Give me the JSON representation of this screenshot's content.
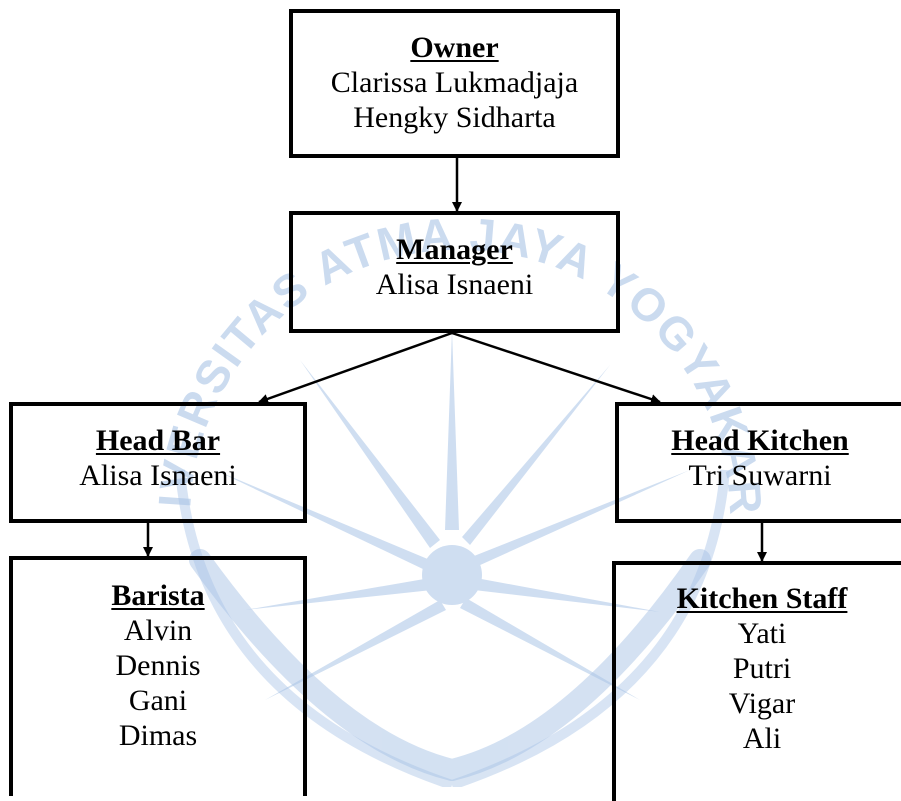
{
  "org_chart": {
    "owner": {
      "title": "Owner",
      "members": [
        "Clarissa Lukmadjaja",
        "Hengky Sidharta"
      ]
    },
    "manager": {
      "title": "Manager",
      "members": [
        "Alisa Isnaeni"
      ]
    },
    "head_bar": {
      "title": "Head Bar",
      "members": [
        "Alisa Isnaeni"
      ]
    },
    "head_kitchen": {
      "title": "Head Kitchen",
      "members": [
        "Tri Suwarni"
      ]
    },
    "barista": {
      "title": "Barista",
      "members": [
        "Alvin",
        "Dennis",
        "Gani",
        "Dimas"
      ]
    },
    "kitchen_staff": {
      "title": "Kitchen Staff",
      "members": [
        "Yati",
        "Putri",
        "Vigar",
        "Ali"
      ]
    }
  },
  "watermark": {
    "text": "UNIVERSITAS ATMA JAYA YOGYAKARTA",
    "color": "#a9c4e6"
  },
  "colors": {
    "line": "#000000",
    "box_border": "#000000",
    "text": "#000000"
  }
}
